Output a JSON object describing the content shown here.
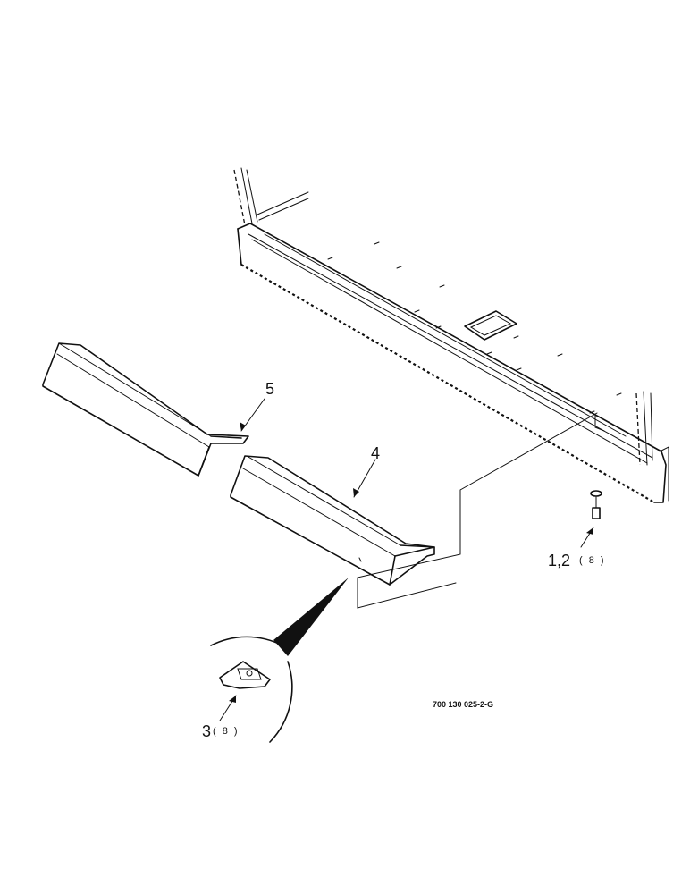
{
  "callouts": {
    "item5": "5",
    "item4": "4",
    "item12": "1,2",
    "item12_qty": "( 8 )",
    "item3": "3",
    "item3_qty": "( 8 )"
  },
  "drawing_number": "700 130 025-2-G"
}
